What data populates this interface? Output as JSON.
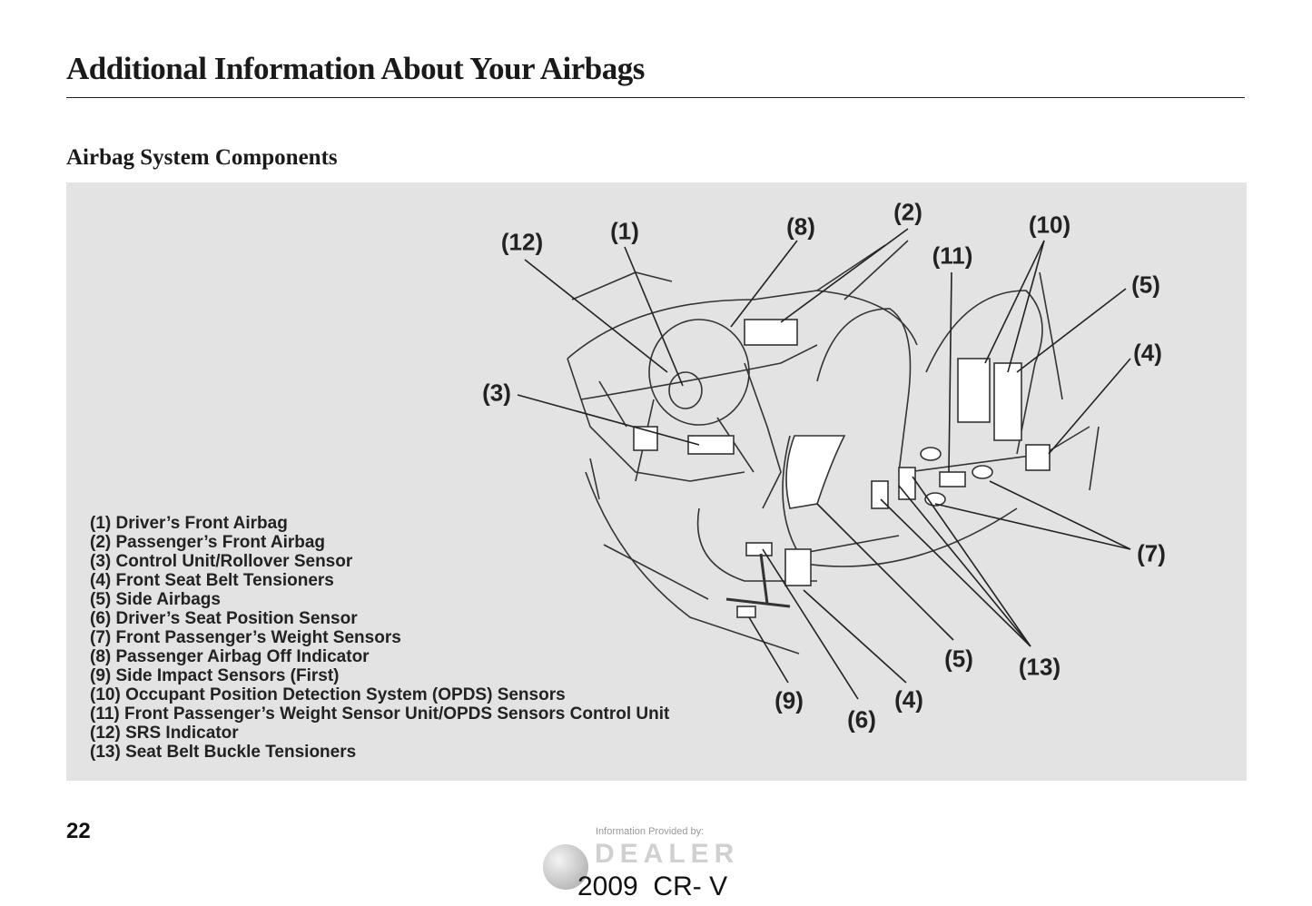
{
  "header": {
    "title": "Additional Information About Your Airbags"
  },
  "section": {
    "title": "Airbag System Components"
  },
  "diagram": {
    "callouts": {
      "c12": "(12)",
      "c1": "(1)",
      "c8": "(8)",
      "c2": "(2)",
      "c10": "(10)",
      "c11": "(11)",
      "c5a": "(5)",
      "c4a": "(4)",
      "c3": "(3)",
      "c7": "(7)",
      "c5b": "(5)",
      "c13": "(13)",
      "c9": "(9)",
      "c4b": "(4)",
      "c6": "(6)"
    },
    "legend": [
      "(1) Driver’s Front Airbag",
      "(2) Passenger’s Front Airbag",
      "(3) Control Unit/Rollover Sensor",
      "(4) Front Seat Belt Tensioners",
      "(5) Side Airbags",
      "(6) Driver’s Seat Position Sensor",
      "(7) Front Passenger’s Weight Sensors",
      "(8) Passenger Airbag Off Indicator",
      "(9) Side Impact Sensors (First)",
      "(10) Occupant Position Detection System (OPDS) Sensors",
      "(11) Front Passenger’s Weight Sensor Unit/OPDS Sensors Control Unit",
      "(12) SRS Indicator",
      "(13) Seat Belt Buckle Tensioners"
    ]
  },
  "footer": {
    "page_number": "22",
    "provided_by": "Information Provided by:",
    "watermark": "DEALER",
    "model": "2009  CR- V"
  }
}
